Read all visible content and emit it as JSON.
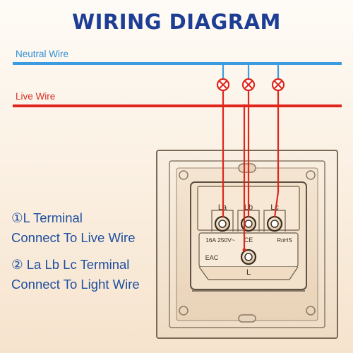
{
  "title": "WIRING DIAGRAM",
  "wires": {
    "neutral_label": "Neutral Wire",
    "live_label": "Live Wire",
    "neutral_color": "#3b9be0",
    "live_color": "#e0261c"
  },
  "socket": {
    "terminals": [
      "La",
      "Lb",
      "Lc"
    ],
    "rating": "16A  250V~",
    "ce_mark": "CE",
    "rohs": "RoHS",
    "eac_mark": "EAC",
    "common_terminal": "L"
  },
  "notes": {
    "note1_line1": "①L Terminal",
    "note1_line2": "Connect To Live Wire",
    "note2_line1": "② La Lb Lc Terminal",
    "note2_line2": "Connect To Light Wire"
  }
}
